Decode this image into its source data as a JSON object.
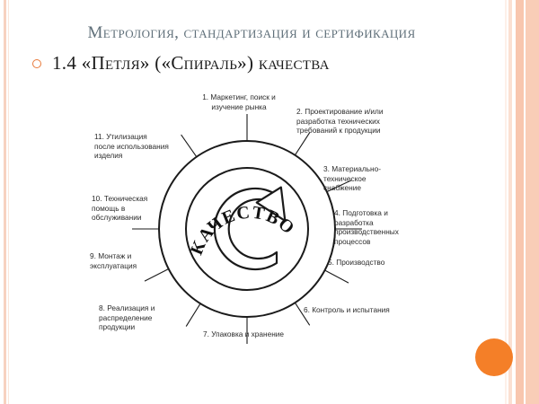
{
  "slide": {
    "header_title": "Метрология, стандартизация и сертификация",
    "bullet_title": "1.4 «Петля» («Спираль») качества",
    "accent_color": "#f47f28",
    "band_color": "#f9cdb7",
    "title_color": "#60707a"
  },
  "diagram": {
    "type": "quality-loop",
    "center_label": "Качество",
    "center_glyph": "circular-arrow",
    "stages": [
      {
        "number": "1.",
        "text": "1. Маркетинг, поиск и\nизучение рынка",
        "angle_deg": 90
      },
      {
        "number": "2.",
        "text": "2. Проектирование и/или\nразработка технических\nтребований к продукции",
        "angle_deg": 57
      },
      {
        "number": "3.",
        "text": "3. Материально-\nтехническое\nснабжение",
        "angle_deg": 25
      },
      {
        "number": "4.",
        "text": "4. Подготовка и\nразработка\nпроизводственных\nпроцессов",
        "angle_deg": 0
      },
      {
        "number": "5.",
        "text": "5. Производство",
        "angle_deg": -28
      },
      {
        "number": "6.",
        "text": "6. Контроль и испытания",
        "angle_deg": -57
      },
      {
        "number": "7.",
        "text": "7. Упаковка и хранение",
        "angle_deg": -90
      },
      {
        "number": "8.",
        "text": "8. Реализация и\nраспределение\nпродукции",
        "angle_deg": -122
      },
      {
        "number": "9.",
        "text": "9. Монтаж и\nэксплуатация",
        "angle_deg": -153
      },
      {
        "number": "10.",
        "text": "10. Техническая\nпомощь в\nобслуживании",
        "angle_deg": 180
      },
      {
        "number": "11.",
        "text": "11. Утилизация\nпосле использования\nизделия",
        "angle_deg": 125
      }
    ]
  }
}
